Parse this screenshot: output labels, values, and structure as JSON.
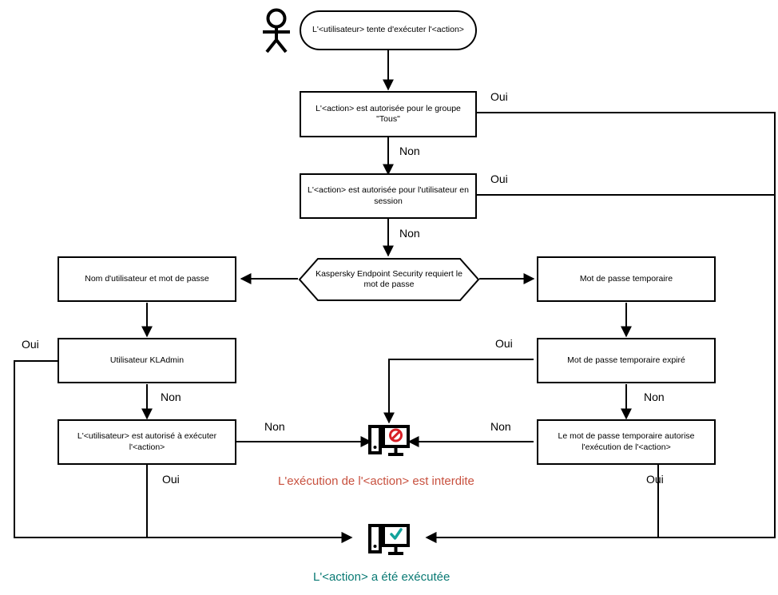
{
  "diagram": {
    "title": "Kaspersky Endpoint Security password check flowchart",
    "language": "fr",
    "colors": {
      "stroke": "#000000",
      "denied": "#c8513f",
      "allowed": "#0a7a74",
      "denied_icon": "#d81f26",
      "allowed_icon": "#12a39b",
      "background": "#ffffff"
    }
  },
  "nodes": {
    "actor": {
      "name": "user-actor"
    },
    "start": {
      "label": "L'<utilisateur> tente d'exécuter l'<action>"
    },
    "group_allowed": {
      "label": "L'<action> est autorisée pour le groupe \"Tous\""
    },
    "session_user_allowed": {
      "label": "L'<action> est autorisée pour l'utilisateur en session"
    },
    "requires_password": {
      "label": "Kaspersky Endpoint Security requiert le mot de passe"
    },
    "username_password": {
      "label": "Nom d'utilisateur et mot de passe"
    },
    "temporary_password": {
      "label": "Mot de passe temporaire"
    },
    "kladmin_user": {
      "label": "Utilisateur KLAdmin"
    },
    "temp_password_expired": {
      "label": "Mot de passe temporaire expiré"
    },
    "user_authorized": {
      "label": "L'<utilisateur> est autorisé à exécuter l'<action>"
    },
    "temp_password_authorizes": {
      "label": "Le mot de passe temporaire autorise l'exécution de l'<action>"
    },
    "denied_icon": {
      "label": "computer-denied-icon"
    },
    "allowed_icon": {
      "label": "computer-allowed-icon"
    }
  },
  "edge_labels": {
    "group_allowed_yes": "Oui",
    "group_allowed_no": "Non",
    "session_user_yes": "Oui",
    "session_user_no": "Non",
    "kladmin_yes": "Oui",
    "kladmin_no": "Non",
    "user_authorized_no": "Non",
    "user_authorized_yes": "Oui",
    "temp_expired_yes": "Oui",
    "temp_expired_no": "Non",
    "temp_authorizes_no": "Non",
    "temp_authorizes_yes": "Oui"
  },
  "captions": {
    "denied": "L'exécution de l'<action> est interdite",
    "allowed": "L'<action> a été exécutée"
  }
}
